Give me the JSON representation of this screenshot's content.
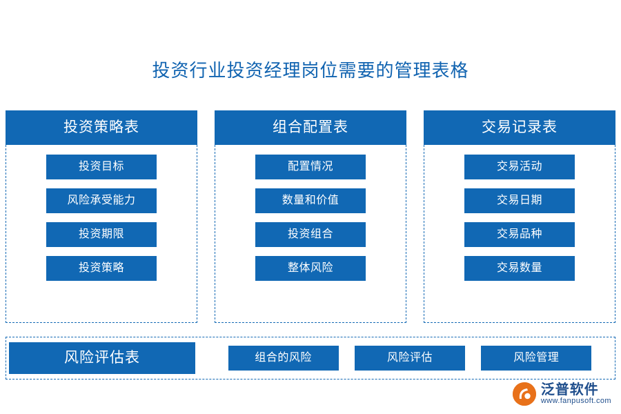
{
  "title": "投资行业投资经理岗位需要的管理表格",
  "colors": {
    "primary": "#1168b4",
    "title": "#1063b0",
    "logo_mark": "#e8711a",
    "logo_text": "#1f4e8c"
  },
  "columns": [
    {
      "header": "投资策略表",
      "items": [
        "投资目标",
        "风险承受能力",
        "投资期限",
        "投资策略"
      ]
    },
    {
      "header": "组合配置表",
      "items": [
        "配置情况",
        "数量和价值",
        "投资组合",
        "整体风险"
      ]
    },
    {
      "header": "交易记录表",
      "items": [
        "交易活动",
        "交易日期",
        "交易品种",
        "交易数量"
      ]
    }
  ],
  "bottom": {
    "header": "风险评估表",
    "items": [
      "组合的风险",
      "风险评估",
      "风险管理"
    ]
  },
  "logo": {
    "name": "泛普软件",
    "url": "www.fanpusoft.com",
    "icon": "fanpu-logo-icon"
  }
}
